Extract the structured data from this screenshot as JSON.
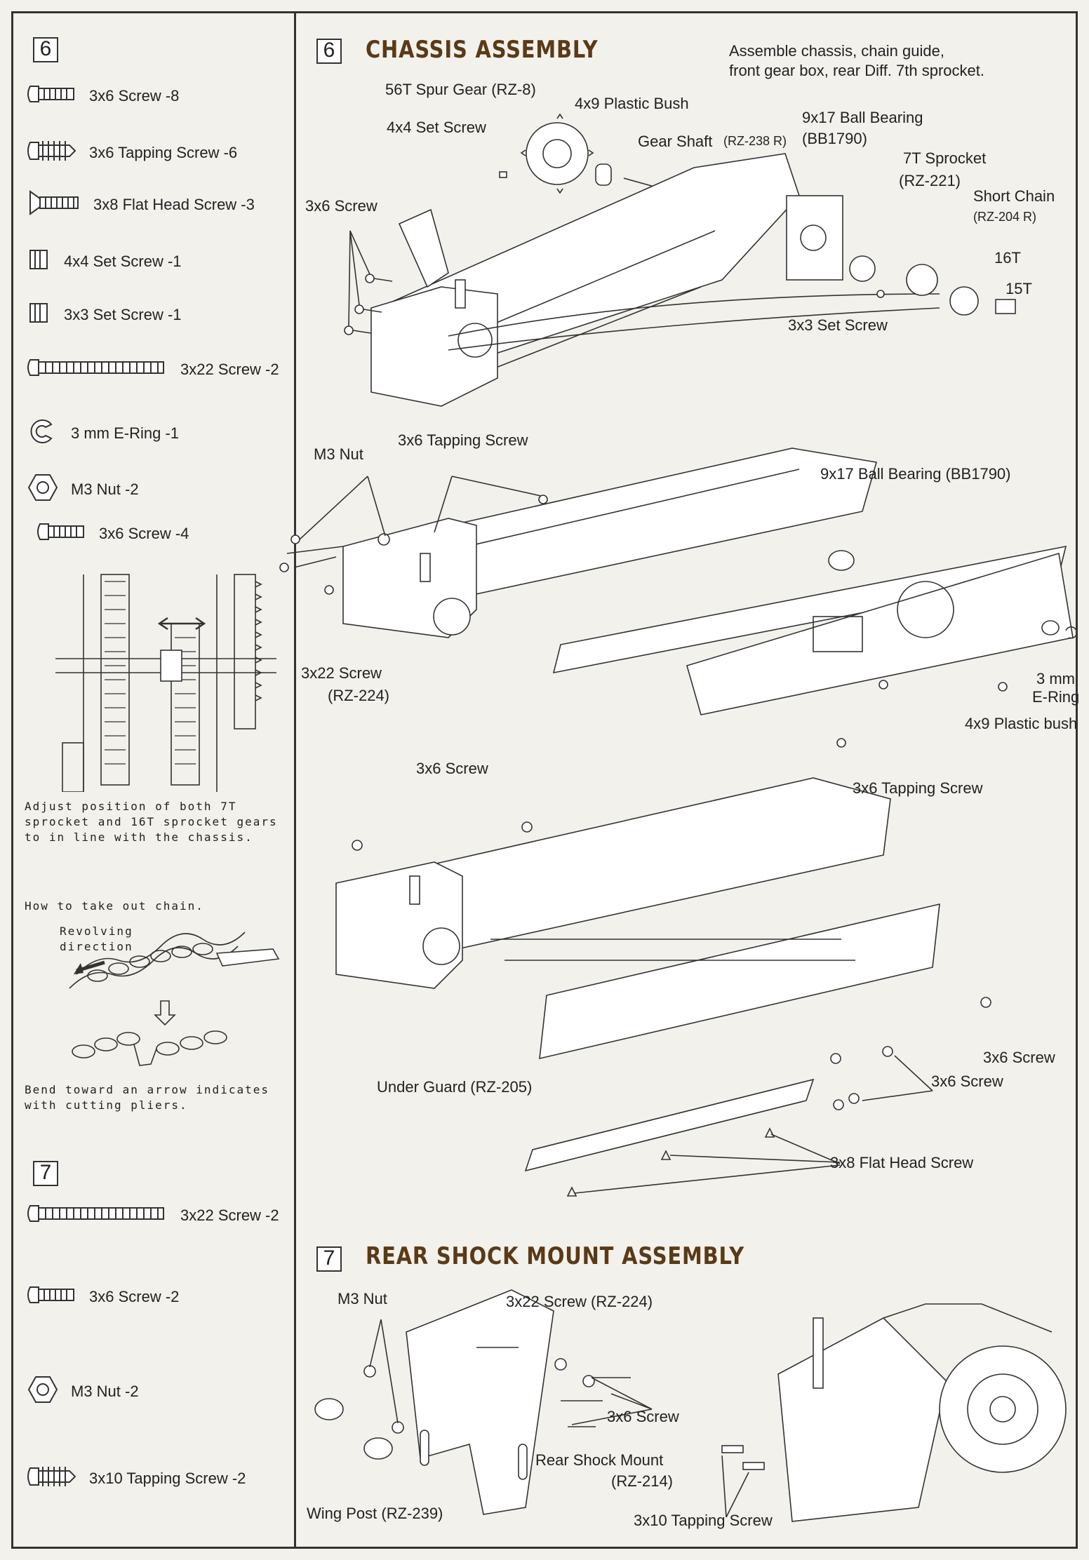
{
  "left_panel": {
    "step6_number": "6",
    "step6_parts": [
      {
        "label": "3x6 Screw -8",
        "icon": "pan-screw-icon"
      },
      {
        "label": "3x6 Tapping Screw -6",
        "icon": "tapping-screw-icon"
      },
      {
        "label": "3x8 Flat Head Screw -3",
        "icon": "flat-head-screw-icon"
      },
      {
        "label": "4x4 Set Screw -1",
        "icon": "set-screw-icon"
      },
      {
        "label": "3x3 Set Screw -1",
        "icon": "set-screw-icon"
      },
      {
        "label": "3x22 Screw -2",
        "icon": "long-screw-icon"
      },
      {
        "label": "3 mm E-Ring -1",
        "icon": "e-ring-icon"
      },
      {
        "label": "M3 Nut -2",
        "icon": "hex-nut-icon"
      },
      {
        "label": "3x6 Screw -4",
        "icon": "pan-screw-icon"
      }
    ],
    "sprocket_note": "Adjust position of both 7T sprocket and 16T sprocket gears to in line with the chassis.",
    "chain_title": "How to take out chain.",
    "revolving_label": "Revolving direction",
    "bend_note": "Bend toward an arrow indicates with cutting pliers.",
    "step7_number": "7",
    "step7_parts": [
      {
        "label": "3x22 Screw -2",
        "icon": "long-screw-icon"
      },
      {
        "label": "3x6 Screw -2",
        "icon": "pan-screw-icon"
      },
      {
        "label": "M3 Nut -2",
        "icon": "hex-nut-icon"
      },
      {
        "label": "3x10 Tapping Screw -2",
        "icon": "tapping-screw-icon"
      }
    ]
  },
  "chassis_section": {
    "number": "6",
    "title": "CHASSIS ASSEMBLY",
    "description_line1": "Assemble chassis, chain guide,",
    "description_line2": "front gear box, rear Diff. 7th sprocket.",
    "labels": {
      "spur_gear": "56T Spur Gear (RZ-8)",
      "set_screw_4x4": "4x4 Set Screw",
      "plastic_bush": "4x9 Plastic Bush",
      "gear_shaft": "Gear Shaft",
      "gear_shaft_code": "(RZ-238 R)",
      "ball_bearing_a": "9x17 Ball Bearing",
      "ball_bearing_a_code": "(BB1790)",
      "sprocket_7t": "7T Sprocket",
      "sprocket_7t_code": "(RZ-221)",
      "short_chain": "Short Chain",
      "short_chain_code": "(RZ-204 R)",
      "t16": "16T",
      "t15": "15T",
      "screw_3x6_top": "3x6 Screw",
      "set_screw_3x3": "3x3 Set Screw",
      "m3_nut": "M3 Nut",
      "tapping_screw_mid": "3x6 Tapping Screw",
      "ball_bearing_b": "9x17 Ball Bearing (BB1790)",
      "screw_3x22": "3x22 Screw",
      "screw_3x22_code": "(RZ-224)",
      "e_ring_a": "3 mm",
      "e_ring_b": "E-Ring",
      "plastic_bush_b": "4x9 Plastic bush",
      "tapping_screw_low": "3x6 Tapping Screw",
      "screw_3x6_lower": "3x6 Screw",
      "screw_3x6_right_a": "3x6 Screw",
      "screw_3x6_right_b": "3x6 Screw",
      "under_guard": "Under Guard (RZ-205)",
      "flat_head": "3x8 Flat Head Screw"
    }
  },
  "rear_section": {
    "number": "7",
    "title": "REAR SHOCK MOUNT ASSEMBLY",
    "labels": {
      "m3_nut": "M3 Nut",
      "screw_3x22": "3x22 Screw (RZ-224)",
      "screw_3x6": "3x6 Screw",
      "shock_mount": "Rear Shock Mount",
      "shock_mount_code": "(RZ-214)",
      "wing_post": "Wing Post (RZ-239)",
      "tapping_screw": "3x10 Tapping Screw"
    }
  },
  "colors": {
    "title": "#5a3a16",
    "ink": "#333333",
    "paper": "#f3f1ec"
  }
}
